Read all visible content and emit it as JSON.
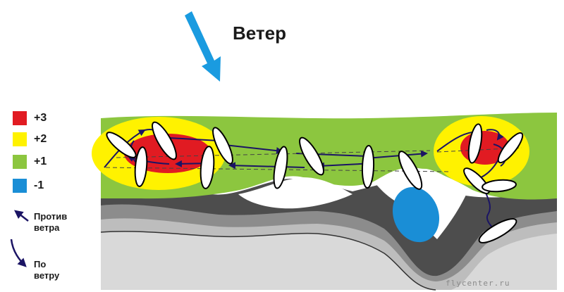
{
  "title": "Ветер",
  "legend": [
    {
      "label": "+3",
      "color": "#e11b22"
    },
    {
      "label": "+2",
      "color": "#fff200"
    },
    {
      "label": "+1",
      "color": "#8cc63f"
    },
    {
      "label": "-1",
      "color": "#1a8ed6"
    }
  ],
  "notes": {
    "against_line1": "Против",
    "against_line2": "ветра",
    "with_line1": "По",
    "with_line2": "ветру"
  },
  "watermark": "flycenter.ru",
  "colors": {
    "wind_arrow": "#1a9be0",
    "track": "#1b1464",
    "ground_dark": "#4d4d4d",
    "ground_mid": "#8c8c8c",
    "ground_light": "#d9d9d9"
  }
}
